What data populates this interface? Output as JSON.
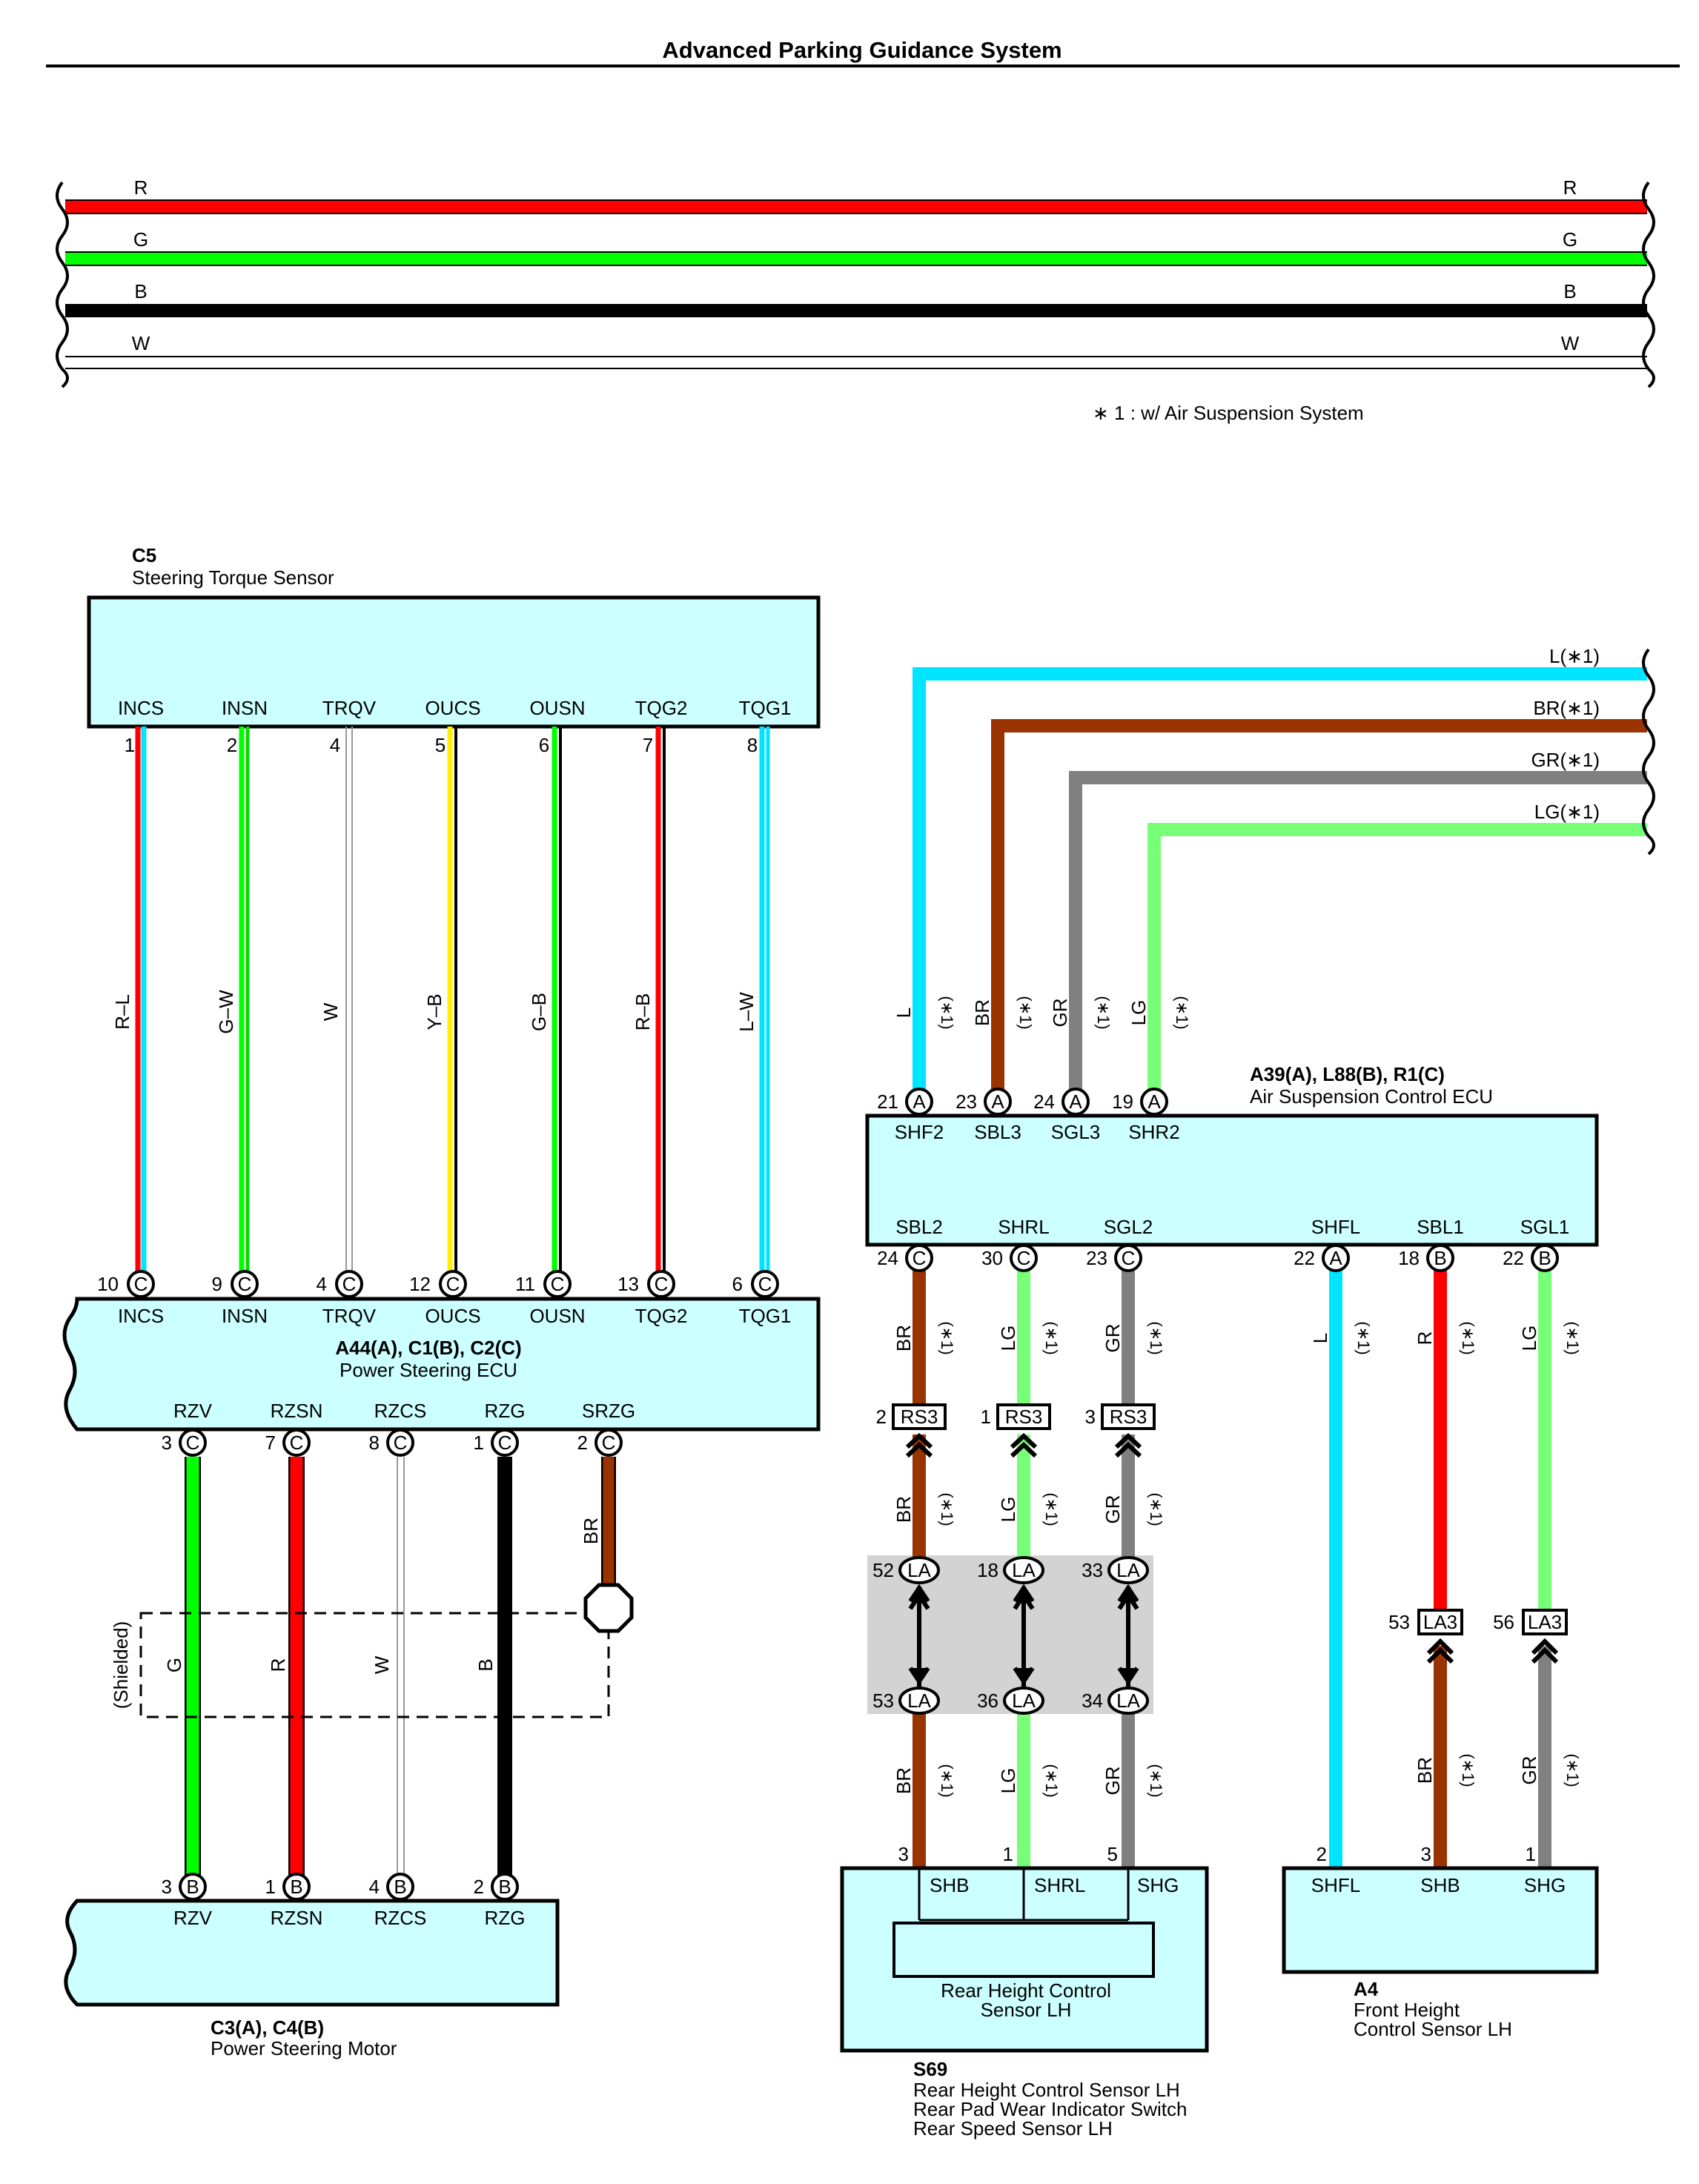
{
  "title": "Advanced Parking Guidance System",
  "footnote": "∗ 1 : w/ Air Suspension System",
  "top_bus": [
    {
      "label": "R",
      "color": "#ff0000"
    },
    {
      "label": "G",
      "color": "#00ff00"
    },
    {
      "label": "B",
      "color": "#000000"
    },
    {
      "label": "W",
      "color": "#ffffff"
    }
  ],
  "c5": {
    "code": "C5",
    "name": "Steering Torque Sensor",
    "pins": [
      {
        "name": "INCS",
        "num": "1",
        "wire": "R–L"
      },
      {
        "name": "INSN",
        "num": "2",
        "wire": "G–W"
      },
      {
        "name": "TRQV",
        "num": "4",
        "wire": "W"
      },
      {
        "name": "OUCS",
        "num": "5",
        "wire": "Y–B"
      },
      {
        "name": "OUSN",
        "num": "6",
        "wire": "G–B"
      },
      {
        "name": "TQG2",
        "num": "7",
        "wire": "R–B"
      },
      {
        "name": "TQG1",
        "num": "8",
        "wire": "L–W"
      }
    ]
  },
  "ps_ecu": {
    "code": "A44(A), C1(B), C2(C)",
    "name": "Power Steering ECU",
    "top_pins": [
      {
        "name": "INCS",
        "num": "10",
        "conn": "C"
      },
      {
        "name": "INSN",
        "num": "9",
        "conn": "C"
      },
      {
        "name": "TRQV",
        "num": "4",
        "conn": "C"
      },
      {
        "name": "OUCS",
        "num": "12",
        "conn": "C"
      },
      {
        "name": "OUSN",
        "num": "11",
        "conn": "C"
      },
      {
        "name": "TQG2",
        "num": "13",
        "conn": "C"
      },
      {
        "name": "TQG1",
        "num": "6",
        "conn": "C"
      }
    ],
    "bottom_pins": [
      {
        "name": "RZV",
        "num": "3",
        "conn": "C",
        "wire": "G"
      },
      {
        "name": "RZSN",
        "num": "7",
        "conn": "C",
        "wire": "R"
      },
      {
        "name": "RZCS",
        "num": "8",
        "conn": "C",
        "wire": "W"
      },
      {
        "name": "RZG",
        "num": "1",
        "conn": "C",
        "wire": "B"
      },
      {
        "name": "SRZG",
        "num": "2",
        "conn": "C",
        "wire": "BR"
      }
    ],
    "shield_label": "(Shielded)"
  },
  "motor": {
    "code": "C3(A), C4(B)",
    "name": "Power Steering Motor",
    "pins": [
      {
        "name": "RZV",
        "num": "3",
        "conn": "B"
      },
      {
        "name": "RZSN",
        "num": "1",
        "conn": "B"
      },
      {
        "name": "RZCS",
        "num": "4",
        "conn": "B"
      },
      {
        "name": "RZG",
        "num": "2",
        "conn": "B"
      }
    ]
  },
  "right_bus": [
    {
      "label": "L(∗1)",
      "color": "#00e5ff"
    },
    {
      "label": "BR(∗1)",
      "color": "#993300"
    },
    {
      "label": "GR(∗1)",
      "color": "#808080"
    },
    {
      "label": "LG(∗1)",
      "color": "#77ff77"
    }
  ],
  "as_ecu": {
    "code": "A39(A), L88(B), R1(C)",
    "name": "Air Suspension Control ECU",
    "top_pins": [
      {
        "name": "SHF2",
        "num": "21",
        "conn": "A",
        "wire": "L",
        "note": "(∗1)"
      },
      {
        "name": "SBL3",
        "num": "23",
        "conn": "A",
        "wire": "BR",
        "note": "(∗1)"
      },
      {
        "name": "SGL3",
        "num": "24",
        "conn": "A",
        "wire": "GR",
        "note": "(∗1)"
      },
      {
        "name": "SHR2",
        "num": "19",
        "conn": "A",
        "wire": "LG",
        "note": "(∗1)"
      }
    ],
    "bottom_pins": [
      {
        "name": "SBL2",
        "num": "24",
        "conn": "C",
        "wire": "BR",
        "note": "(∗1)"
      },
      {
        "name": "SHRL",
        "num": "30",
        "conn": "C",
        "wire": "LG",
        "note": "(∗1)"
      },
      {
        "name": "SGL2",
        "num": "23",
        "conn": "C",
        "wire": "GR",
        "note": "(∗1)"
      },
      {
        "name": "SHFL",
        "num": "22",
        "conn": "A",
        "wire": "L",
        "note": "(∗1)"
      },
      {
        "name": "SBL1",
        "num": "18",
        "conn": "B",
        "wire": "R",
        "note": "(∗1)"
      },
      {
        "name": "SGL1",
        "num": "22",
        "conn": "B",
        "wire": "LG",
        "note": "(∗1)"
      }
    ]
  },
  "rs3": [
    {
      "num": "2",
      "label": "RS3"
    },
    {
      "num": "1",
      "label": "RS3"
    },
    {
      "num": "3",
      "label": "RS3"
    }
  ],
  "la_top": [
    {
      "num": "52",
      "label": "LA"
    },
    {
      "num": "18",
      "label": "LA"
    },
    {
      "num": "33",
      "label": "LA"
    }
  ],
  "la_bottom": [
    {
      "num": "53",
      "label": "LA"
    },
    {
      "num": "36",
      "label": "LA"
    },
    {
      "num": "34",
      "label": "LA"
    }
  ],
  "la3": [
    {
      "num": "53",
      "label": "LA3"
    },
    {
      "num": "56",
      "label": "LA3"
    }
  ],
  "mid_wires": {
    "left": [
      {
        "wire": "BR",
        "note": "(∗1)"
      },
      {
        "wire": "LG",
        "note": "(∗1)"
      },
      {
        "wire": "GR",
        "note": "(∗1)"
      }
    ],
    "bottom_left": [
      {
        "wire": "BR",
        "note": "(∗1)"
      },
      {
        "wire": "LG",
        "note": "(∗1)"
      },
      {
        "wire": "GR",
        "note": "(∗1)"
      }
    ],
    "bottom_right": [
      {
        "wire": "BR",
        "note": "(∗1)"
      },
      {
        "wire": "GR",
        "note": "(∗1)"
      }
    ]
  },
  "s69": {
    "code": "S69",
    "inner": [
      "Rear Height Control",
      "Sensor LH"
    ],
    "names": [
      "Rear Height Control Sensor LH",
      "Rear Pad Wear Indicator Switch",
      "Rear Speed Sensor LH"
    ],
    "pins": [
      {
        "name": "SHB",
        "num": "3"
      },
      {
        "name": "SHRL",
        "num": "1"
      },
      {
        "name": "SHG",
        "num": "5"
      }
    ]
  },
  "a4": {
    "code": "A4",
    "names": [
      "Front Height",
      "Control Sensor LH"
    ],
    "pins": [
      {
        "name": "SHFL",
        "num": "2"
      },
      {
        "name": "SHB",
        "num": "3"
      },
      {
        "name": "SHG",
        "num": "1"
      }
    ]
  }
}
